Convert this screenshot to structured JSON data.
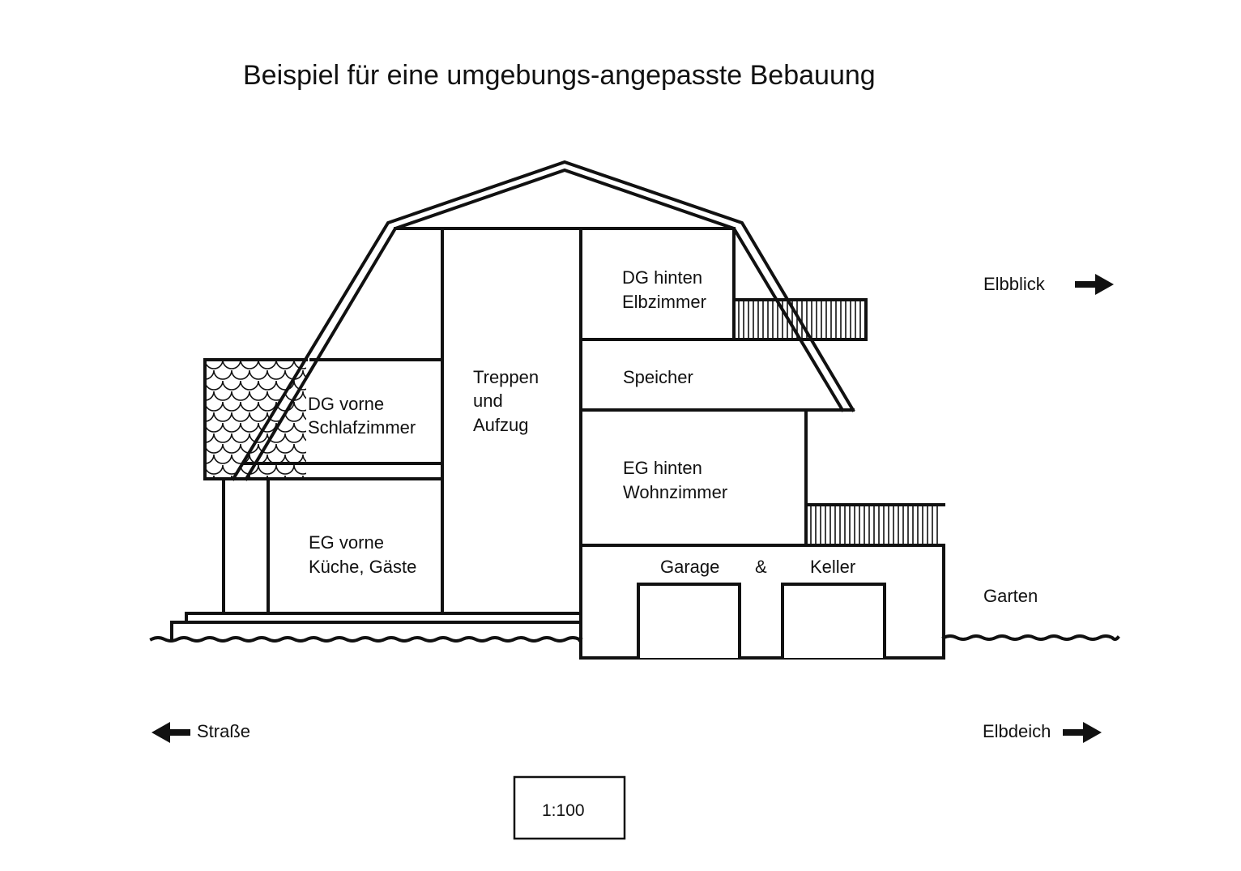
{
  "title": "Beispiel für eine umgebungs-angepasste Bebauung",
  "rooms": {
    "dg_vorne": [
      "DG vorne",
      "Schlafzimmer"
    ],
    "eg_vorne": [
      "EG vorne",
      "Küche, Gäste"
    ],
    "treppe": [
      "Treppen",
      "und",
      "Aufzug"
    ],
    "dg_hinten": [
      "DG hinten",
      "Elbzimmer"
    ],
    "speicher": "Speicher",
    "eg_hinten": [
      "EG hinten",
      "Wohnzimmer"
    ],
    "garage": "Garage",
    "ampersand": "&",
    "keller": "Keller"
  },
  "directions": {
    "elbblick": "Elbblick",
    "garten": "Garten",
    "strasse": "Straße",
    "elbdeich": "Elbdeich"
  },
  "scale_label": "1:100",
  "colors": {
    "ink": "#111111",
    "background": "#ffffff"
  },
  "icons": [
    "arrow-right-icon",
    "arrow-left-icon"
  ]
}
